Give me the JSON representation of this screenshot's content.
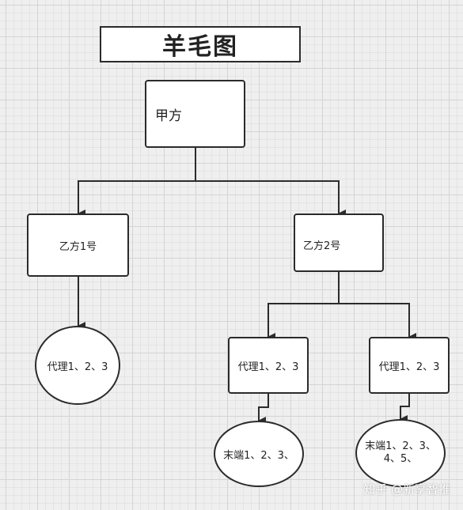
{
  "title": "羊毛图",
  "nodes": {
    "jiafang": "甲方",
    "yi1": "乙方1号",
    "yi2": "乙方2号",
    "daili_a": "代理1、2、3",
    "daili_b": "代理1、2、3",
    "daili_c": "代理1、2、3",
    "moduan_a": "末端1、2、3、",
    "moduan_b": "末端1、2、3、4、5、"
  },
  "watermark": "知乎 @新享智推",
  "edges": [
    {
      "from": "jiafang",
      "to": "yi1"
    },
    {
      "from": "jiafang",
      "to": "yi2"
    },
    {
      "from": "yi1",
      "to": "daili_a"
    },
    {
      "from": "yi2",
      "to": "daili_b"
    },
    {
      "from": "yi2",
      "to": "daili_c"
    },
    {
      "from": "daili_b",
      "to": "moduan_a"
    },
    {
      "from": "daili_c",
      "to": "moduan_b"
    }
  ],
  "colors": {
    "stroke": "#2b2b2b",
    "node_fill": "#ffffff",
    "canvas": "#efefef"
  }
}
